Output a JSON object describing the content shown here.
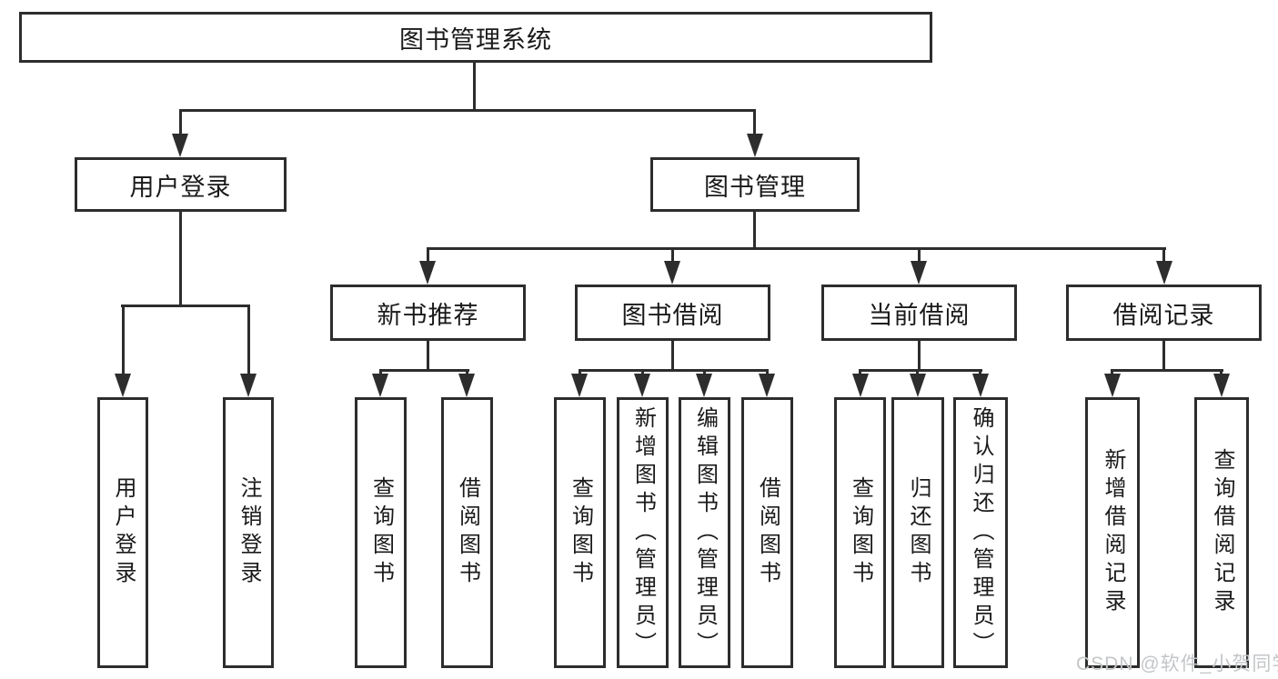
{
  "title": "图书管理系统",
  "colors": {
    "line": "#2d2d2d",
    "text": "#1a1a1a",
    "background": "#ffffff",
    "watermark": "#c3c6c8"
  },
  "tree": {
    "root": {
      "label": "图书管理系统"
    },
    "branches": [
      {
        "label": "用户登录",
        "children": [
          {
            "label": "用户登录"
          },
          {
            "label": "注销登录"
          }
        ]
      },
      {
        "label": "图书管理",
        "children": [
          {
            "label": "新书推荐",
            "children": [
              {
                "label": "查询图书"
              },
              {
                "label": "借阅图书"
              }
            ]
          },
          {
            "label": "图书借阅",
            "children": [
              {
                "label": "查询图书"
              },
              {
                "label": "新增图书（管理员）"
              },
              {
                "label": "编辑图书（管理员）"
              },
              {
                "label": "借阅图书"
              }
            ]
          },
          {
            "label": "当前借阅",
            "children": [
              {
                "label": "查询图书"
              },
              {
                "label": "归还图书"
              },
              {
                "label": "确认归还（管理员）"
              }
            ]
          },
          {
            "label": "借阅记录",
            "children": [
              {
                "label": "新增借阅记录"
              },
              {
                "label": "查询借阅记录"
              }
            ]
          }
        ]
      }
    ]
  },
  "watermark": {
    "text": "CSDN @软件_小贺同学"
  }
}
